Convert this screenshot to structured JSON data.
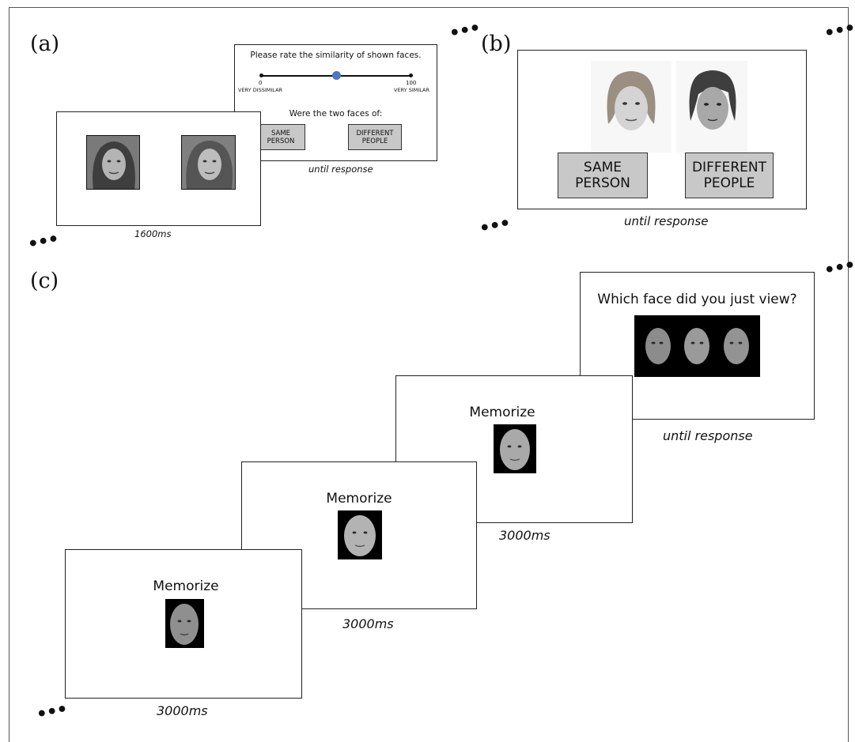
{
  "panels": {
    "a": {
      "label": "(a)",
      "rating_screen": {
        "question": "Please rate the similarity of shown faces.",
        "scale_min_value": "0",
        "scale_min_label": "VERY DISSIMILAR",
        "scale_max_value": "100",
        "scale_max_label": "VERY SIMILAR",
        "slider_level_percent": 50,
        "prompt": "Were the two faces of:",
        "same_button": "SAME\nPERSON",
        "different_button": "DIFFERENT\nPEOPLE",
        "duration": "until response"
      },
      "face_screen": {
        "duration": "1600ms"
      }
    },
    "b": {
      "label": "(b)",
      "same_button": "SAME\nPERSON",
      "different_button": "DIFFERENT\nPEOPLE",
      "duration": "until response"
    },
    "c": {
      "label": "(c)",
      "memorize_screens": [
        {
          "title": "Memorize",
          "duration": "3000ms"
        },
        {
          "title": "Memorize",
          "duration": "3000ms"
        },
        {
          "title": "Memorize",
          "duration": "3000ms"
        }
      ],
      "test_screen": {
        "question": "Which face did you just view?",
        "duration": "until response"
      }
    }
  },
  "ellipsis": "•••",
  "colors": {
    "slider_knob": "#4a78c8",
    "button_fill": "#c8c8c8",
    "photo_bg": "#000000"
  }
}
